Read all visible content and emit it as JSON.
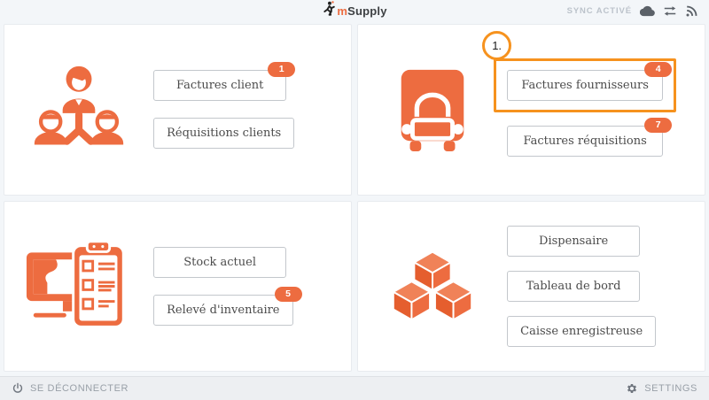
{
  "header": {
    "logo_m": "m",
    "logo_rest": "Supply",
    "logo_icon": "runner-icon",
    "sync_status": "SYNC ACTIVÉ",
    "status_icons": [
      "cloud-icon",
      "sync-arrows-icon",
      "feed-icon"
    ]
  },
  "annotation": {
    "step": "1."
  },
  "panels": [
    {
      "name": "clients",
      "icon": "customers-icon",
      "buttons": [
        {
          "label": "Factures client",
          "badge": "1"
        },
        {
          "label": "Réquisitions clients"
        }
      ]
    },
    {
      "name": "fournisseurs",
      "icon": "truck-icon",
      "buttons": [
        {
          "label": "Factures fournisseurs",
          "badge": "4",
          "highlighted": true
        },
        {
          "label": "Factures réquisitions",
          "badge": "7"
        }
      ]
    },
    {
      "name": "stock",
      "icon": "monitor-clipboard-icon",
      "buttons": [
        {
          "label": "Stock actuel"
        },
        {
          "label": "Relevé d'inventaire",
          "badge": "5"
        }
      ]
    },
    {
      "name": "modules",
      "icon": "cubes-icon",
      "buttons": [
        {
          "label": "Dispensaire"
        },
        {
          "label": "Tableau de bord"
        },
        {
          "label": "Caisse enregistreuse"
        }
      ]
    }
  ],
  "footer": {
    "logout": "SE DÉCONNECTER",
    "settings": "SETTINGS"
  },
  "colors": {
    "accent": "#ED6C40",
    "highlight": "#F6921E",
    "badge": "#ED6C40"
  }
}
